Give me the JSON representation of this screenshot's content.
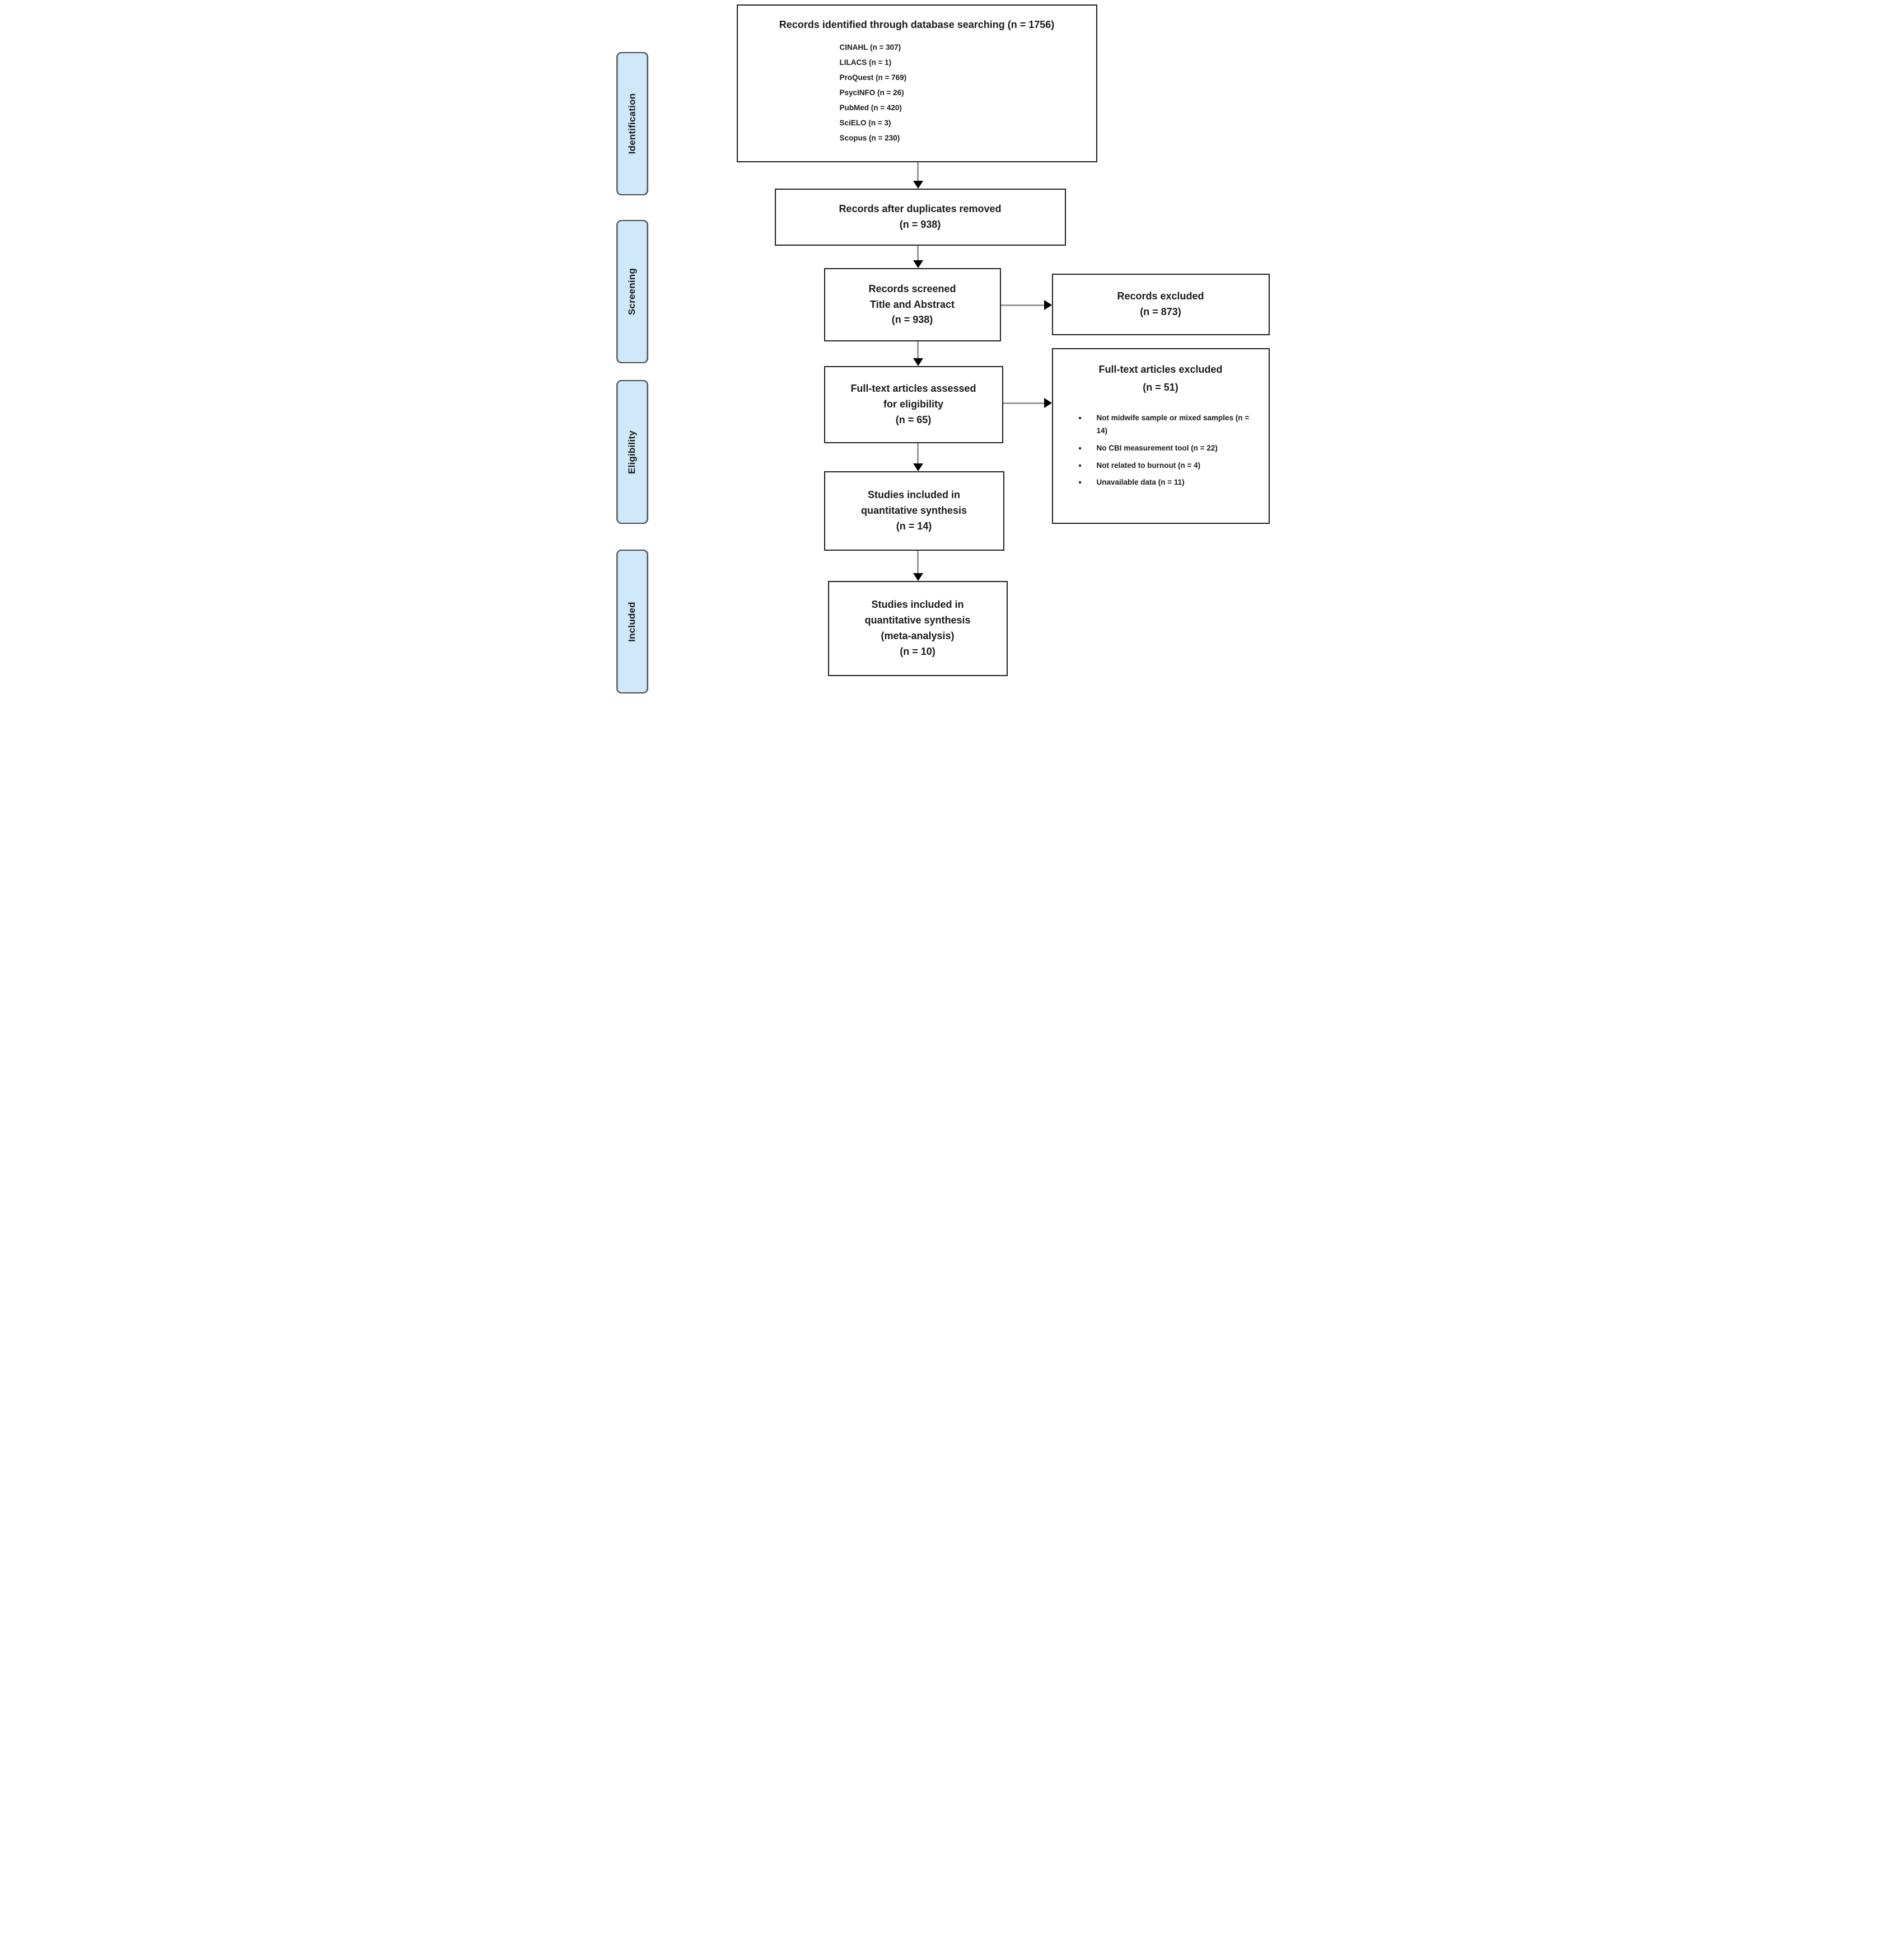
{
  "colors": {
    "sidebar_fill": "#cfe9fa",
    "sidebar_border": "#4a4a4a",
    "box_border": "#1f1f1f",
    "arrow_line": "#999999",
    "arrow_head": "#000000",
    "text": "#1a1a1a"
  },
  "sidebar": {
    "stages": [
      {
        "label": "Identification"
      },
      {
        "label": "Screening"
      },
      {
        "label": "Eligibility"
      },
      {
        "label": "Included"
      }
    ]
  },
  "flow": {
    "identified": {
      "title": "Records identified through database searching (n = 1756)",
      "sources": [
        "CINAHL (n = 307)",
        "LILACS (n = 1)",
        "ProQuest (n = 769)",
        "PsycINFO (n = 26)",
        "PubMed (n = 420)",
        "SciELO (n = 3)",
        "Scopus (n = 230)"
      ]
    },
    "duplicates_removed": {
      "lines": [
        "Records after duplicates removed",
        "(n = 938)"
      ]
    },
    "screened": {
      "lines": [
        "Records screened",
        "Title and Abstract",
        "(n = 938)"
      ]
    },
    "records_excluded": {
      "lines": [
        "Records excluded",
        "(n = 873)"
      ]
    },
    "fulltext_assessed": {
      "lines": [
        "Full-text articles assessed",
        "for eligibility",
        "(n = 65)"
      ]
    },
    "fulltext_excluded": {
      "title_lines": [
        "Full-text articles excluded",
        "(n = 51)"
      ],
      "reasons": [
        "Not midwife sample or mixed samples (n = 14)",
        "No CBI measurement tool (n = 22)",
        "Not related to burnout (n = 4)",
        "Unavailable data (n = 11)"
      ]
    },
    "quantitative_synthesis": {
      "lines": [
        "Studies included in",
        "quantitative synthesis",
        "(n = 14)"
      ]
    },
    "meta_analysis": {
      "lines": [
        "Studies included in",
        "quantitative synthesis",
        "(meta-analysis)",
        "(n = 10)"
      ]
    }
  }
}
